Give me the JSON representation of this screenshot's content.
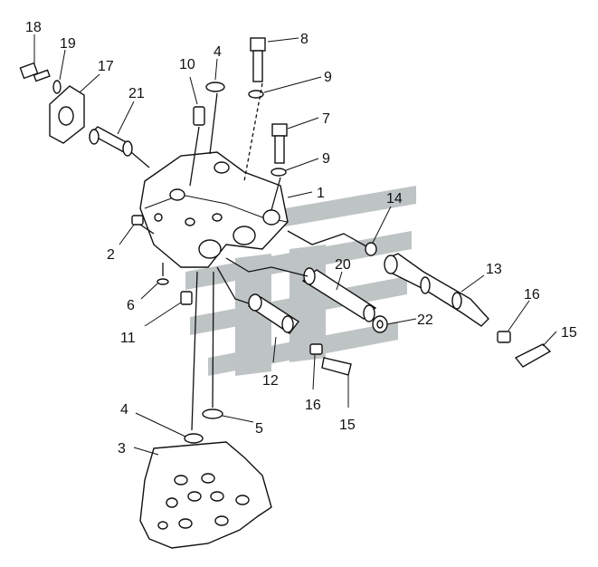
{
  "watermark": {
    "color": "#8a9395"
  },
  "callouts": [
    {
      "id": "c18",
      "number": "18"
    },
    {
      "id": "c19",
      "number": "19"
    },
    {
      "id": "c17",
      "number": "17"
    },
    {
      "id": "c21",
      "number": "21"
    },
    {
      "id": "c10",
      "number": "10"
    },
    {
      "id": "c4a",
      "number": "4"
    },
    {
      "id": "c8",
      "number": "8"
    },
    {
      "id": "c9a",
      "number": "9"
    },
    {
      "id": "c7",
      "number": "7"
    },
    {
      "id": "c9b",
      "number": "9"
    },
    {
      "id": "c1",
      "number": "1"
    },
    {
      "id": "c14",
      "number": "14"
    },
    {
      "id": "c2",
      "number": "2"
    },
    {
      "id": "c20",
      "number": "20"
    },
    {
      "id": "c13",
      "number": "13"
    },
    {
      "id": "c6",
      "number": "6"
    },
    {
      "id": "c16a",
      "number": "16"
    },
    {
      "id": "c22",
      "number": "22"
    },
    {
      "id": "c11",
      "number": "11"
    },
    {
      "id": "c15a",
      "number": "15"
    },
    {
      "id": "c12",
      "number": "12"
    },
    {
      "id": "c16b",
      "number": "16"
    },
    {
      "id": "c15b",
      "number": "15"
    },
    {
      "id": "c4b",
      "number": "4"
    },
    {
      "id": "c5",
      "number": "5"
    },
    {
      "id": "c3",
      "number": "3"
    }
  ]
}
